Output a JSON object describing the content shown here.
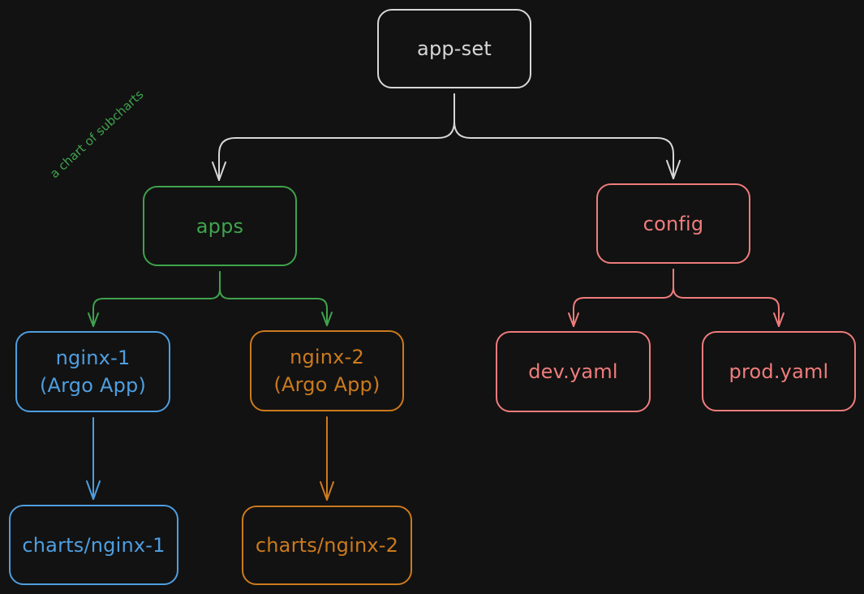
{
  "colors": {
    "background": "#121212",
    "root": "#d7d7d7",
    "apps": "#3fa34d",
    "nginx_1": "#4e9ee0",
    "nginx_2": "#cc7a1d",
    "config": "#f07c7c"
  },
  "nodes": {
    "app_set": {
      "label": "app-set"
    },
    "apps": {
      "label": "apps"
    },
    "config": {
      "label": "config"
    },
    "nginx_1": {
      "line1": "nginx-1",
      "line2": "(Argo App)"
    },
    "nginx_2": {
      "line1": "nginx-2",
      "line2": "(Argo App)"
    },
    "dev_yaml": {
      "label": "dev.yaml"
    },
    "prod_yaml": {
      "label": "prod.yaml"
    },
    "charts_nginx_1": {
      "label": "charts/nginx-1"
    },
    "charts_nginx_2": {
      "label": "charts/nginx-2"
    }
  },
  "annotation": {
    "text": "a chart of subcharts"
  },
  "edges": [
    {
      "from": "app-set",
      "to": "apps"
    },
    {
      "from": "app-set",
      "to": "config"
    },
    {
      "from": "apps",
      "to": "nginx-1"
    },
    {
      "from": "apps",
      "to": "nginx-2"
    },
    {
      "from": "config",
      "to": "dev.yaml"
    },
    {
      "from": "config",
      "to": "prod.yaml"
    },
    {
      "from": "nginx-1",
      "to": "charts/nginx-1"
    },
    {
      "from": "nginx-2",
      "to": "charts/nginx-2"
    }
  ]
}
